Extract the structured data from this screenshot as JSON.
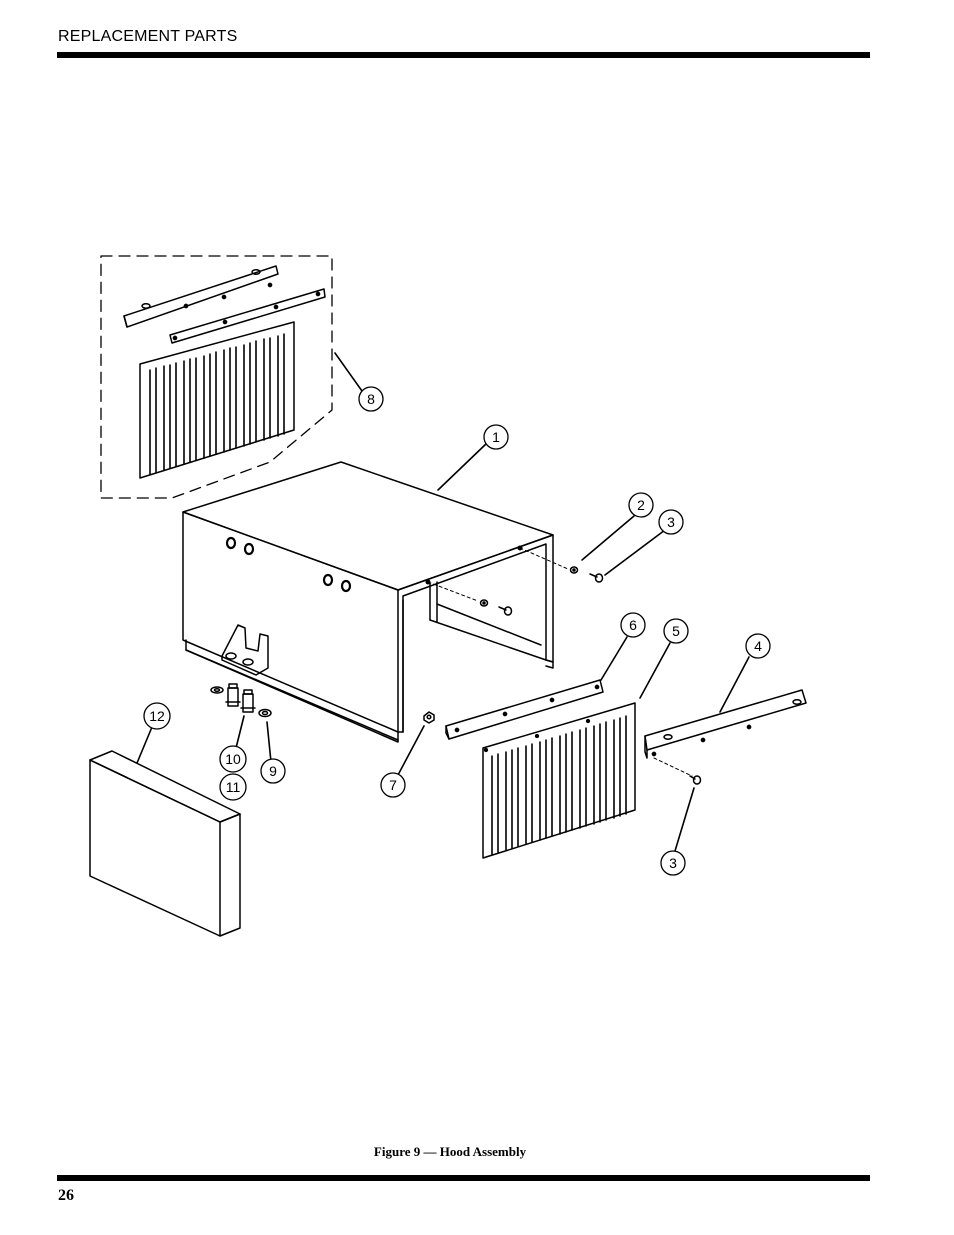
{
  "header": {
    "title": "REPLACEMENT PARTS"
  },
  "figure": {
    "caption": "Figure 9 — Hood Assembly"
  },
  "footer": {
    "page_number": "26"
  },
  "callouts": [
    {
      "id": "c1",
      "label": "1"
    },
    {
      "id": "c2",
      "label": "2"
    },
    {
      "id": "c3a",
      "label": "3"
    },
    {
      "id": "c3b",
      "label": "3"
    },
    {
      "id": "c4",
      "label": "4"
    },
    {
      "id": "c5",
      "label": "5"
    },
    {
      "id": "c6",
      "label": "6"
    },
    {
      "id": "c7",
      "label": "7"
    },
    {
      "id": "c8",
      "label": "8"
    },
    {
      "id": "c9",
      "label": "9"
    },
    {
      "id": "c10",
      "label": "10"
    },
    {
      "id": "c11",
      "label": "11"
    },
    {
      "id": "c12",
      "label": "12"
    }
  ]
}
